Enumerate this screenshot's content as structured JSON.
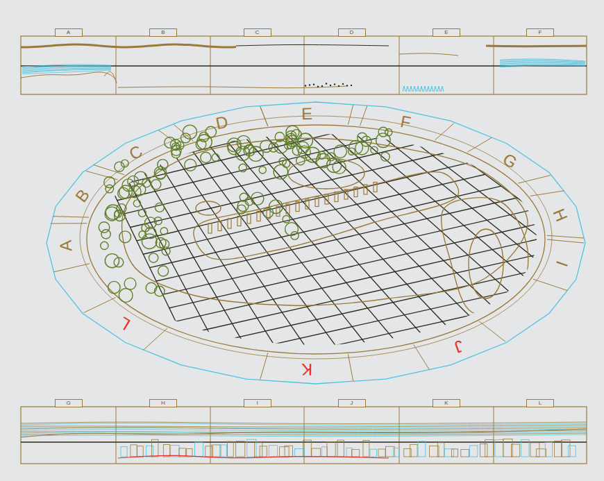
{
  "diagram": {
    "nodes": [
      {
        "text": [
          "A"
        ]
      },
      {
        "text": [
          "B"
        ]
      },
      {
        "text": [
          "C"
        ]
      },
      {
        "text": [
          "D"
        ]
      },
      {
        "text": [
          "E"
        ]
      },
      {
        "text": [
          "F"
        ]
      },
      {
        "text": [
          "G"
        ]
      },
      {
        "text": [
          "H"
        ]
      },
      {
        "text": [
          "I"
        ]
      },
      {
        "text": [
          "J"
        ]
      },
      {
        "text": [
          "K"
        ]
      },
      {
        "text": [
          "L"
        ]
      }
    ],
    "labels": [
      "A",
      "B",
      "C",
      "D",
      "E",
      "F",
      "G",
      "H",
      "I",
      "J",
      "K",
      "L"
    ]
  }
}
